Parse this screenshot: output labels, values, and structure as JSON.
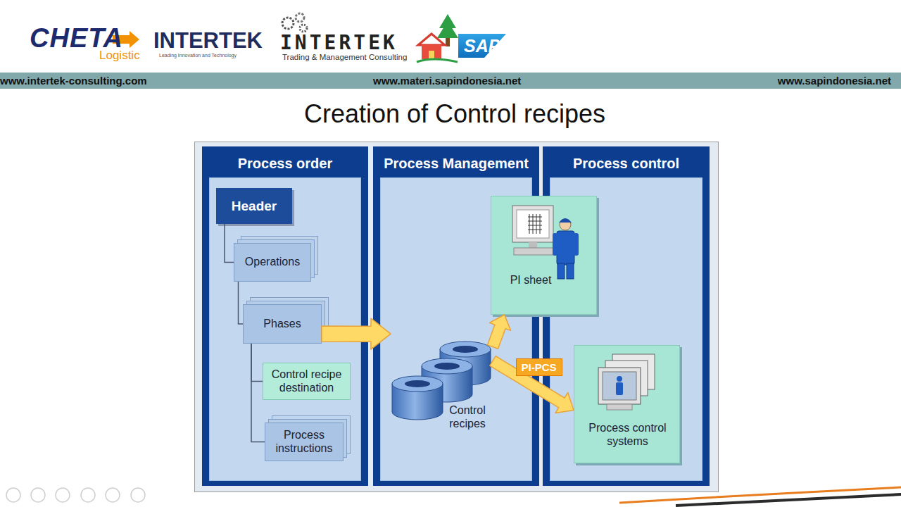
{
  "diagram": {
    "title": "Creation of Control recipes",
    "nodes": [
      {
        "text": [
          "Process order"
        ]
      },
      {
        "text": [
          "Process Management"
        ]
      },
      {
        "text": [
          "Process control"
        ]
      },
      {
        "text": [
          "Header"
        ],
        "in": 0
      },
      {
        "text": [
          "Operations"
        ],
        "in": 0
      },
      {
        "text": [
          "Phases"
        ],
        "in": 0
      },
      {
        "text": [
          "Control recipe destination"
        ],
        "in": 0
      },
      {
        "text": [
          "Process instructions"
        ],
        "in": 0
      },
      {
        "text": [
          "Control recipes"
        ],
        "in": 1
      },
      {
        "text": [
          "PI sheet"
        ],
        "in": 1
      },
      {
        "text": [
          "Process control systems"
        ],
        "in": 2
      }
    ],
    "edges": [
      {
        "from": 3,
        "to": 4,
        "arrow": "none"
      },
      {
        "from": 4,
        "to": 5,
        "arrow": "none"
      },
      {
        "from": 5,
        "to": 6,
        "arrow": "none"
      },
      {
        "from": 5,
        "to": 7,
        "arrow": "none"
      },
      {
        "from": 5,
        "to": 8,
        "arrow": "to"
      },
      {
        "from": 8,
        "to": 9,
        "arrow": "to"
      },
      {
        "from": 8,
        "to": 10,
        "label": "PI-PCS",
        "arrow": "to"
      }
    ],
    "labels": [
      "CHETA",
      "Logistic",
      "INTERTEK",
      "Leading Innovation and Technology",
      "INTERTEK",
      "Trading & Management Consulting",
      "SAP",
      "www.intertek-consulting.com",
      "www.materi.sapindonesia.net",
      "www.sapindonesia.net"
    ]
  }
}
